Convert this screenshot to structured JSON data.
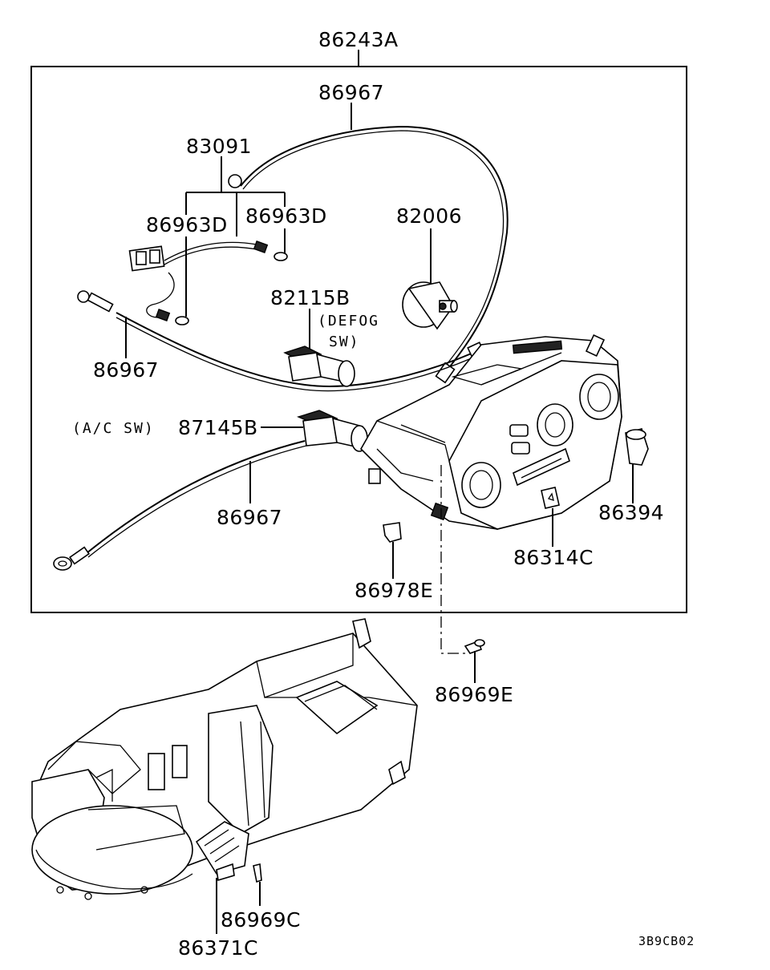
{
  "labels": {
    "assembly": "86243A",
    "cable_top": "86967",
    "bulb_group": "83091",
    "bulb_left": "86963D",
    "bulb_right": "86963D",
    "lamp": "82006",
    "defog_switch": "82115B",
    "defog_note_1": "(DEFOG",
    "defog_note_2": "SW)",
    "cable_left": "86967",
    "ac_note": "(A/C SW)",
    "ac_switch": "87145B",
    "cable_bottom": "86967",
    "knob": "86394",
    "button": "86314C",
    "clip": "86978E",
    "screw_panel": "86969E",
    "screw_resistor": "86969C",
    "resistor": "86371C",
    "diagram_code": "3B9CB02"
  }
}
